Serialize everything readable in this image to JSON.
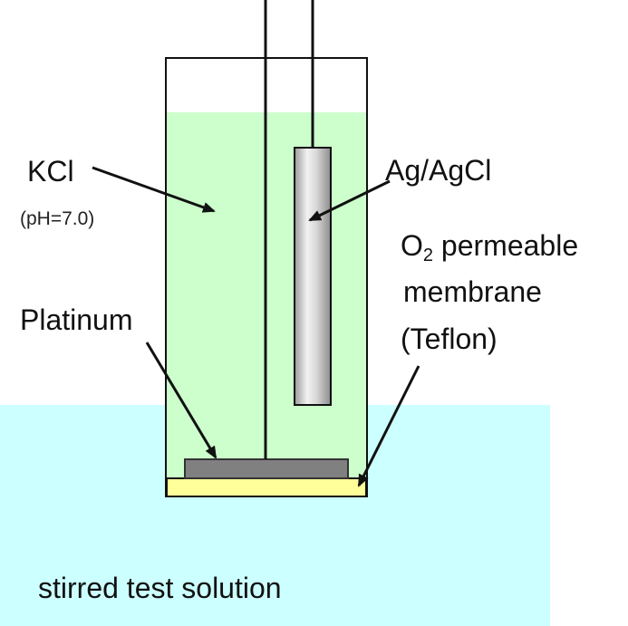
{
  "labels": {
    "kcl": "KCl",
    "ph": "(pH=7.0)",
    "agcl": "Ag/AgCl",
    "o2_symbol": "O",
    "o2_subscript": "2",
    "o2_rest": " permeable",
    "membrane": "membrane",
    "teflon": "(Teflon)",
    "platinum": "Platinum",
    "solution": "stirred test solution"
  },
  "colors": {
    "test_solution": "#ccffff",
    "electrolyte": "#ccffcc",
    "platinum": "#808080",
    "membrane": "#ffff99",
    "agcl_electrode": "#bdbdbd",
    "outline": "#111111"
  }
}
